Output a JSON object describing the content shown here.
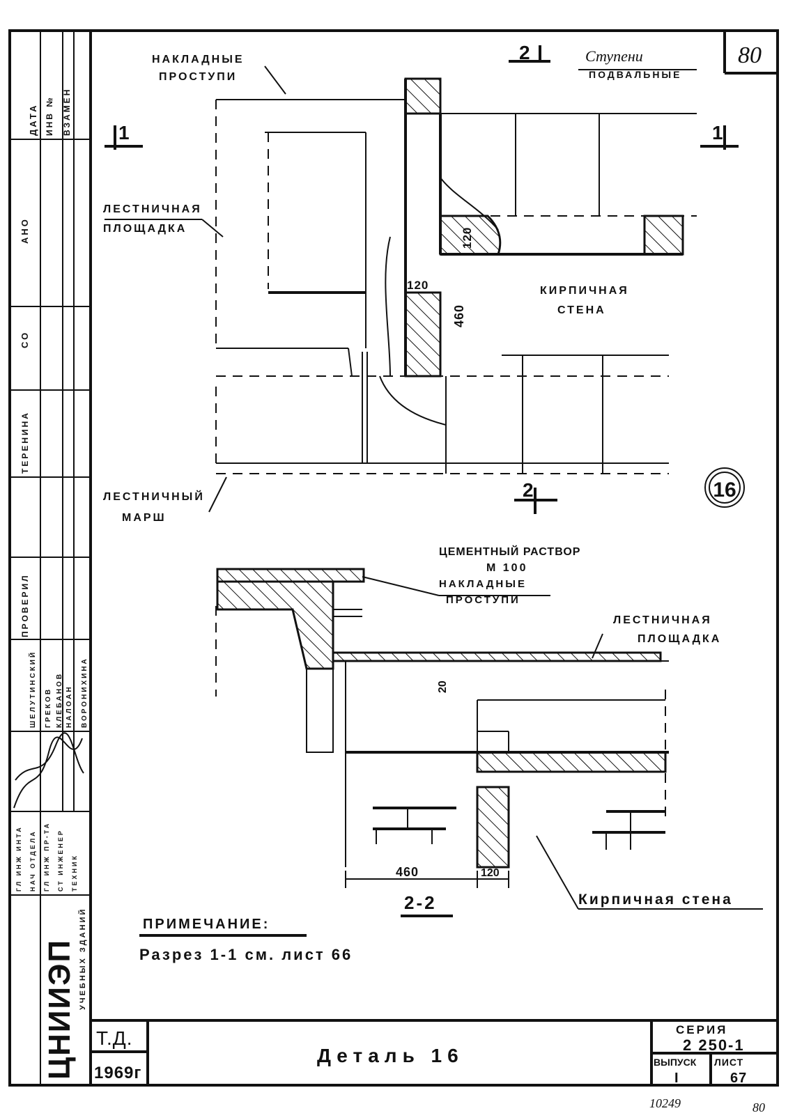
{
  "sheet": {
    "number_top": "80",
    "number_bottom": "80",
    "archive_no": "10249"
  },
  "plan": {
    "section_top": "2",
    "section_bottom": "2",
    "cut_left": "1",
    "cut_right": "1",
    "label_overlay_treads_1": "НАКЛАДНЫЕ",
    "label_overlay_treads_2": "ПРОСТУПИ",
    "label_basement_steps_1": "Ступени",
    "label_basement_steps_2": "ПОДВАЛЬНЫЕ",
    "label_landing_1": "ЛЕСТНИЧНАЯ",
    "label_landing_2": "ПЛОЩАДКА",
    "label_brick_wall_1": "КИРПИЧНАЯ",
    "label_brick_wall_2": "СТЕНА",
    "label_flight_1": "ЛЕСТНИЧНЫЙ",
    "label_flight_2": "МАРШ",
    "dim_120_a": "120",
    "dim_120_b": "120",
    "dim_460": "460",
    "detail_badge": "16"
  },
  "section": {
    "label_mortar_1": "ЦЕМЕНТНЫЙ РАСТВОР",
    "label_mortar_2": "М 100",
    "label_overlay_treads_1": "НАКЛАДНЫЕ",
    "label_overlay_treads_2": "ПРОСТУПИ",
    "label_landing_1": "ЛЕСТНИЧНАЯ",
    "label_landing_2": "ПЛОЩАДКА",
    "dim_20": "20",
    "dim_460": "460",
    "dim_120": "120",
    "section_mark": "2-2",
    "label_brick_wall": "Кирпичная стена"
  },
  "note": {
    "title": "ПРИМЕЧАНИЕ:",
    "text": "Разрез 1-1 см. лист 66"
  },
  "title_block": {
    "org": "ЦНИИЭП",
    "org_sub": "УЧЕБНЫХ ЗДАНИЙ",
    "td": "Т.Д.",
    "year": "1969г",
    "title": "Деталь 16",
    "series_label": "СЕРИЯ",
    "series_value": "2 250-1",
    "issue_label": "ВЫПУСК",
    "issue_value": "I",
    "sheet_label": "ЛИСТ",
    "sheet_value": "67"
  },
  "side_stamp": {
    "field_1": "ДАТА",
    "field_2": "ИНВ №",
    "field_3": "ВЗАМЕН",
    "field_4": "АНО",
    "field_5": "СО",
    "field_6": "ТЕРЕНИНА",
    "field_7": "ПРОВЕРИЛ",
    "name_1": "ШЕЛУТИНСКИЙ",
    "name_2": "ГРЕКОВ",
    "name_3": "КЛЕБАНОВ",
    "name_4": "НАЛОАН",
    "name_5": "ВОРОНИХИНА",
    "role_1": "ГЛ ИНЖ ИНТА",
    "role_2": "НАЧ ОТДЕЛА",
    "role_3": "ГЛ ИНЖ ПР-ТА",
    "role_4": "СТ ИНЖЕНЕР",
    "role_5": "ТЕХНИК"
  }
}
